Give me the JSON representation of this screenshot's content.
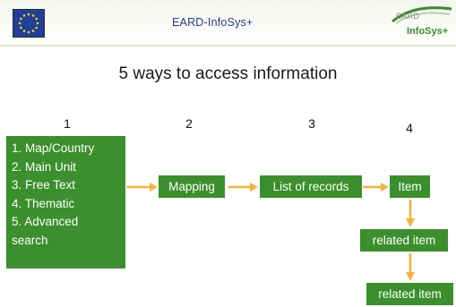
{
  "header": {
    "title": "EARD-InfoSys+",
    "logo_top": "EARD",
    "logo_bottom": "InfoSys+",
    "flag_icon": "eu-flag-icon"
  },
  "slide": {
    "title": "5 ways to access information"
  },
  "steps": [
    "1",
    "2",
    "3",
    "4"
  ],
  "methods": {
    "lines": [
      "1.  Map/Country",
      "2.  Main Unit",
      "3.  Free Text",
      "4.  Thematic",
      "5.  Advanced",
      "search"
    ]
  },
  "flow": {
    "mapping": "Mapping",
    "records": "List of records",
    "item": "Item",
    "related_1": "related item",
    "related_2": "related item"
  },
  "colors": {
    "box_green": "#3b8f2c",
    "arrow_orange": "#f5b336",
    "header_title": "#283a8c"
  }
}
